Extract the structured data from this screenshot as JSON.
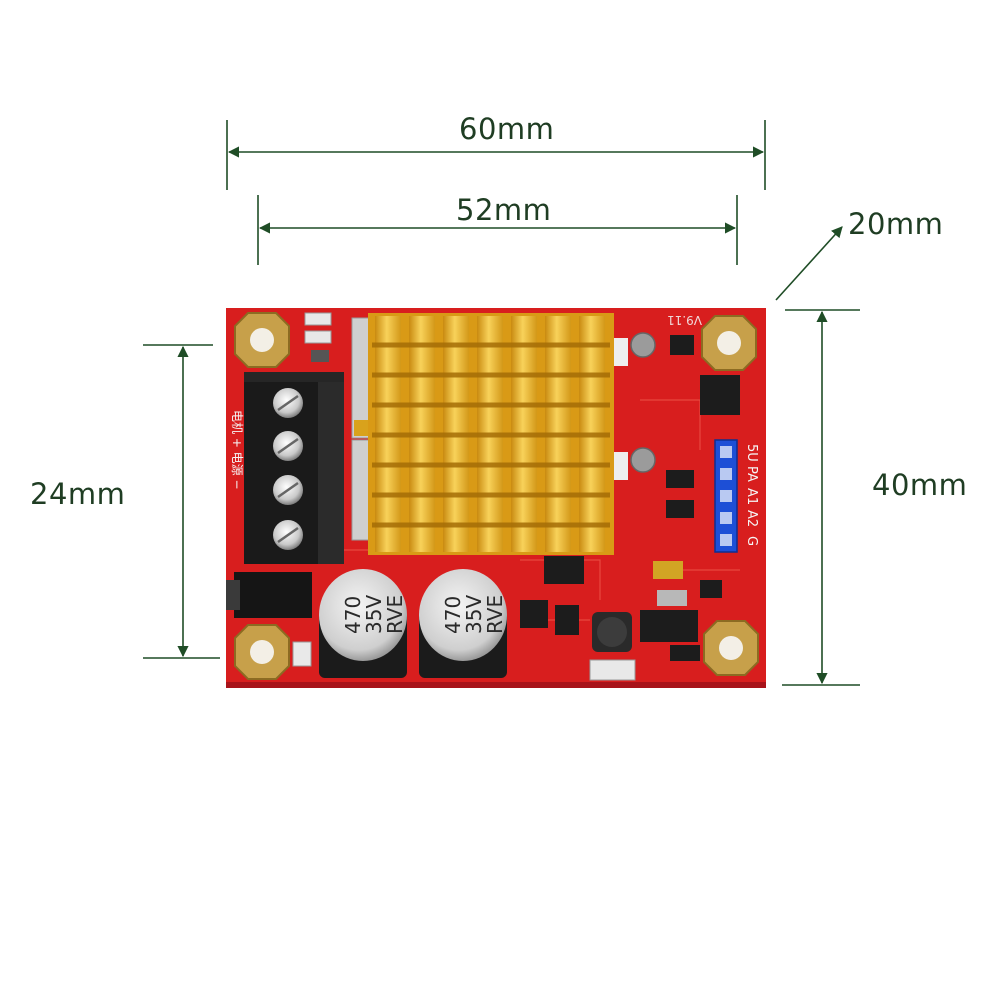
{
  "dimensions": {
    "total_width": "60mm",
    "hole_spacing_width": "52mm",
    "height": "20mm",
    "hole_spacing_height": "24mm",
    "total_length": "40mm"
  },
  "board": {
    "version": "V9.11",
    "capacitor_label": [
      "470",
      "35V",
      "RVE"
    ],
    "header_pins": [
      "5U",
      "PA",
      "A1",
      "A2",
      "G"
    ],
    "terminal_label": "电机 + 电源 −"
  },
  "colors": {
    "pcb": "#d81e1e",
    "pcb_dark": "#a8131a",
    "heatsink": "#e8a91e",
    "heatsink_light": "#f7cf52",
    "terminal": "#1a1a1a",
    "pad_gold": "#c7a04a",
    "dimension_line": "#1f4d26",
    "header": "#1d4fd6"
  }
}
